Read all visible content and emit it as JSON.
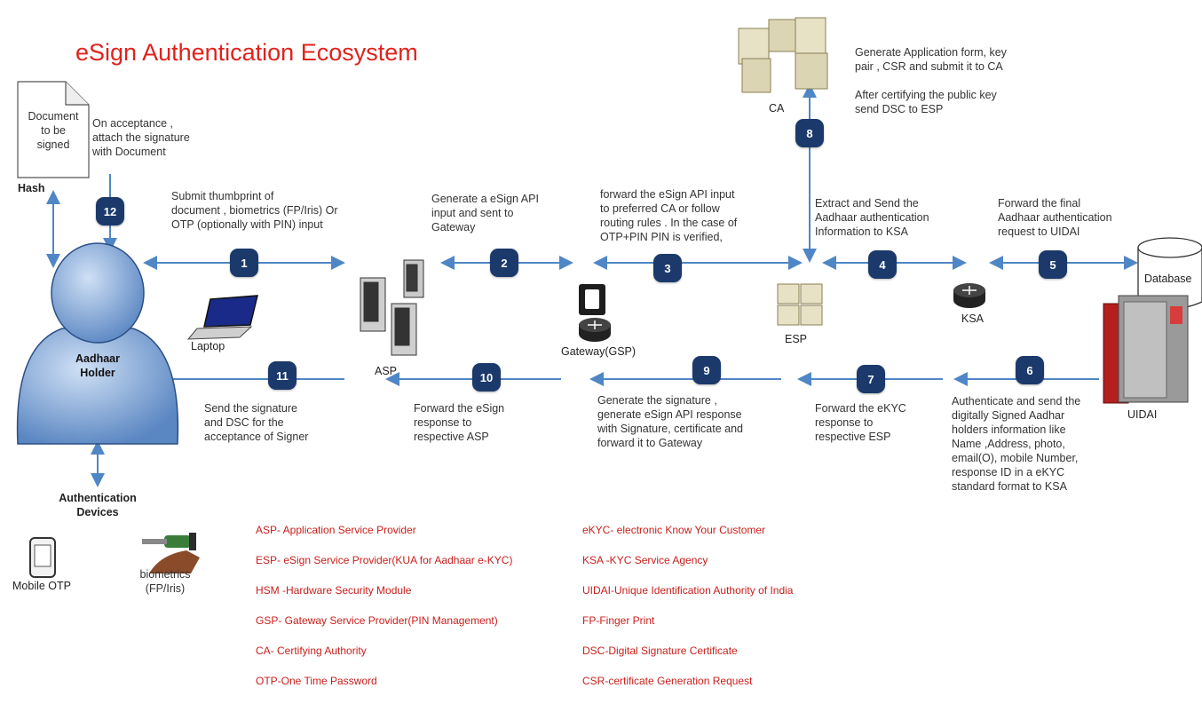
{
  "title": "eSign Authentication Ecosystem",
  "nodes": {
    "document": "Document\nto be\nsigned",
    "hash": "Hash",
    "aadhaar_holder": "Aadhaar\nHolder",
    "laptop": "Laptop",
    "asp": "ASP",
    "gateway": "Gateway(GSP)",
    "esp": "ESP",
    "ksa": "KSA",
    "ca": "CA",
    "database": "Database",
    "uidai": "UIDAI",
    "auth_devices": "Authentication\nDevices",
    "mobile_otp": "Mobile OTP",
    "biometrics": "biometrics\n(FP/Iris)"
  },
  "steps": [
    "1",
    "2",
    "3",
    "4",
    "5",
    "6",
    "7",
    "8",
    "9",
    "10",
    "11",
    "12"
  ],
  "notes": {
    "n12": "On acceptance ,\nattach the signature\nwith Document",
    "n1": "Submit thumbprint of\ndocument , biometrics (FP/Iris) Or\nOTP (optionally with PIN) input",
    "n2": "Generate a eSign API\ninput and sent to\nGateway",
    "n3": " forward the eSign API input\nto preferred CA or  follow\nrouting rules . In the case of\nOTP+PIN  PIN is verified,",
    "n4": "Extract and Send the\nAadhaar authentication\nInformation to KSA",
    "n5": "Forward the final\nAadhaar authentication\nrequest to UIDAI",
    "n8": "Generate Application form, key\npair ,  CSR  and submit it to CA\n\nAfter certifying the public key\nsend DSC  to ESP",
    "n11": "Send  the signature\nand DSC for the\nacceptance of Signer",
    "n10": "Forward the eSign\nresponse to\nrespective ASP",
    "n9": "Generate the signature ,\ngenerate eSign API response\nwith Signature, certificate  and\nforward it to Gateway",
    "n7": "Forward the eKYC\nresponse to\nrespective ESP",
    "n6": "Authenticate and send the\ndigitally Signed Aadhar\nholders information like\nName ,Address, photo,\nemail(O), mobile Number,\nresponse ID in a eKYC\nstandard format to  KSA"
  },
  "legend_left": [
    "ASP-  Application Service Provider",
    "ESP- eSign  Service Provider(KUA for Aadhaar e-KYC)",
    "HSM -Hardware Security Module",
    "GSP- Gateway Service Provider(PIN Management)",
    "CA- Certifying Authority",
    "OTP-One Time Password"
  ],
  "legend_right": [
    "eKYC- electronic Know Your Customer",
    "KSA -KYC Service Agency",
    "UIDAI-Unique Identification Authority of India",
    "FP-Finger Print",
    "DSC-Digital Signature Certificate",
    "CSR-certificate Generation Request"
  ],
  "colors": {
    "title": "#e0221c",
    "badge": "#1b3a6b",
    "arrow": "#4f86c6",
    "legend": "#c8201c"
  }
}
